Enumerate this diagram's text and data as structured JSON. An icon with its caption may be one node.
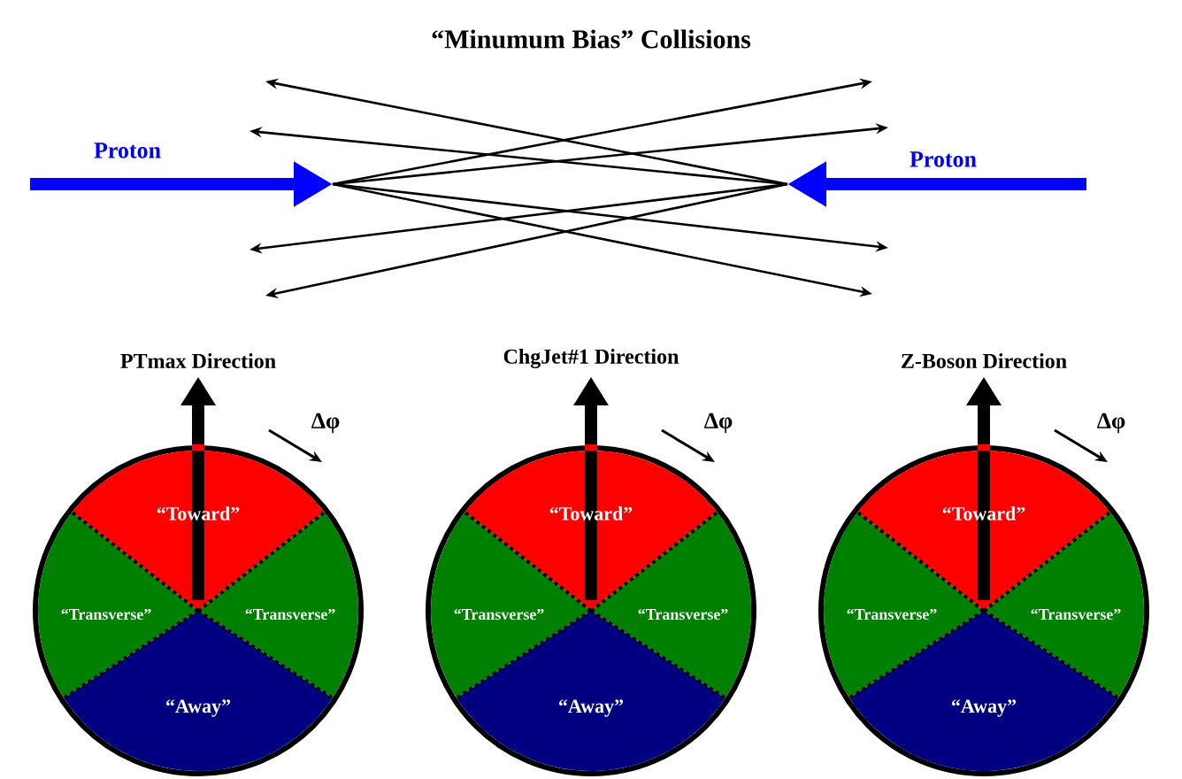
{
  "diagram": {
    "title": "“Minumum Bias” Collisions",
    "nodes": [
      {
        "text": [
          "PTmax Direction"
        ]
      },
      {
        "text": [
          "“Toward”"
        ],
        "in": 0
      },
      {
        "text": [
          "“Transverse”"
        ],
        "in": 0
      },
      {
        "text": [
          "“Transverse”"
        ],
        "in": 0
      },
      {
        "text": [
          "“Away”"
        ],
        "in": 0
      },
      {
        "text": [
          "ChgJet#1 Direction"
        ]
      },
      {
        "text": [
          "“Toward”"
        ],
        "in": 5
      },
      {
        "text": [
          "“Transverse”"
        ],
        "in": 5
      },
      {
        "text": [
          "“Transverse”"
        ],
        "in": 5
      },
      {
        "text": [
          "“Away”"
        ],
        "in": 5
      },
      {
        "text": [
          "Z-Boson Direction"
        ]
      },
      {
        "text": [
          "“Toward”"
        ],
        "in": 10
      },
      {
        "text": [
          "“Transverse”"
        ],
        "in": 10
      },
      {
        "text": [
          "“Transverse”"
        ],
        "in": 10
      },
      {
        "text": [
          "“Away”"
        ],
        "in": 10
      }
    ],
    "labels": [
      "Proton",
      "Proton",
      "Δφ",
      "Δφ",
      "Δφ"
    ]
  }
}
